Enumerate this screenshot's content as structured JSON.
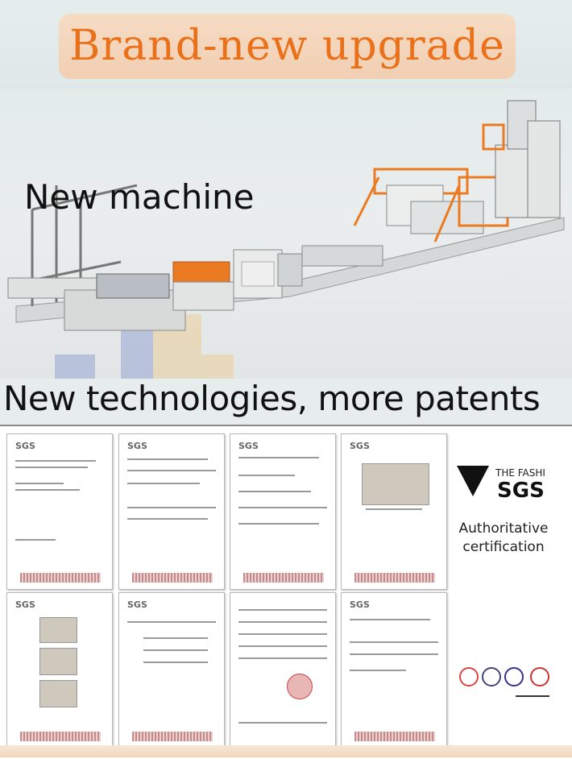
{
  "banner": {
    "title": "Brand-new upgrade"
  },
  "headlines": {
    "machine": "New machine",
    "technologies": "New technologies, more patents"
  },
  "certification": {
    "logo_small": "THE FASHI",
    "logo_big": "SGS",
    "caption_line1": "Authoritative",
    "caption_line2": "certification"
  },
  "documents": [
    {
      "logo": "SGS"
    },
    {
      "logo": "SGS"
    },
    {
      "logo": "SGS"
    },
    {
      "logo": "SGS"
    },
    {
      "logo": "SGS"
    },
    {
      "logo": "SGS"
    },
    {
      "logo": ""
    },
    {
      "logo": "SGS"
    }
  ],
  "colors": {
    "banner_text": "#ea711a",
    "banner_bg": "#f3d6bd",
    "machine_orange": "#ea7b22"
  }
}
